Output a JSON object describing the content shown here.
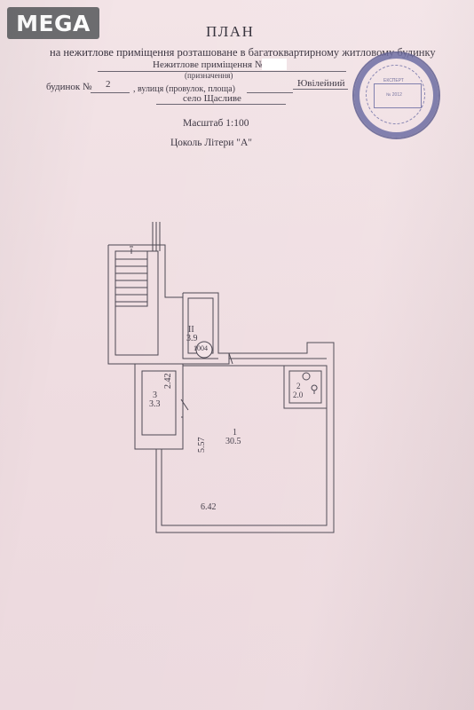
{
  "watermark": {
    "logo_text": "MEGA"
  },
  "document": {
    "title": "ПЛАН",
    "subtitle": "на нежитлове приміщення розташоване в багатоквартирному житловому будинку",
    "premises_label": "Нежитлове приміщення №",
    "purpose_note": "(призначення)",
    "house_label": "будинок №",
    "house_number": "2",
    "street_label": ", вулиця (провулок, площа)",
    "street_name": "Ювілейний",
    "village": "село Щасливе",
    "scale": "Масштаб 1:100",
    "level": "Цоколь Літери \"А\""
  },
  "stamp": {
    "line1": "ЕКСПЕРТ",
    "line2": "№ 2012"
  },
  "floor_plan": {
    "rooms": [
      {
        "id": "room-1",
        "number": "1",
        "area": "30.5"
      },
      {
        "id": "room-2",
        "number": "2",
        "area": "2.0"
      },
      {
        "id": "room-3",
        "number": "3",
        "area": "3.3"
      },
      {
        "id": "room-II",
        "number": "II",
        "area": "3.9"
      }
    ],
    "dimensions": {
      "height_main": "5.57",
      "width_main": "6.42",
      "height_small": "2.42"
    },
    "marker": "1004"
  }
}
